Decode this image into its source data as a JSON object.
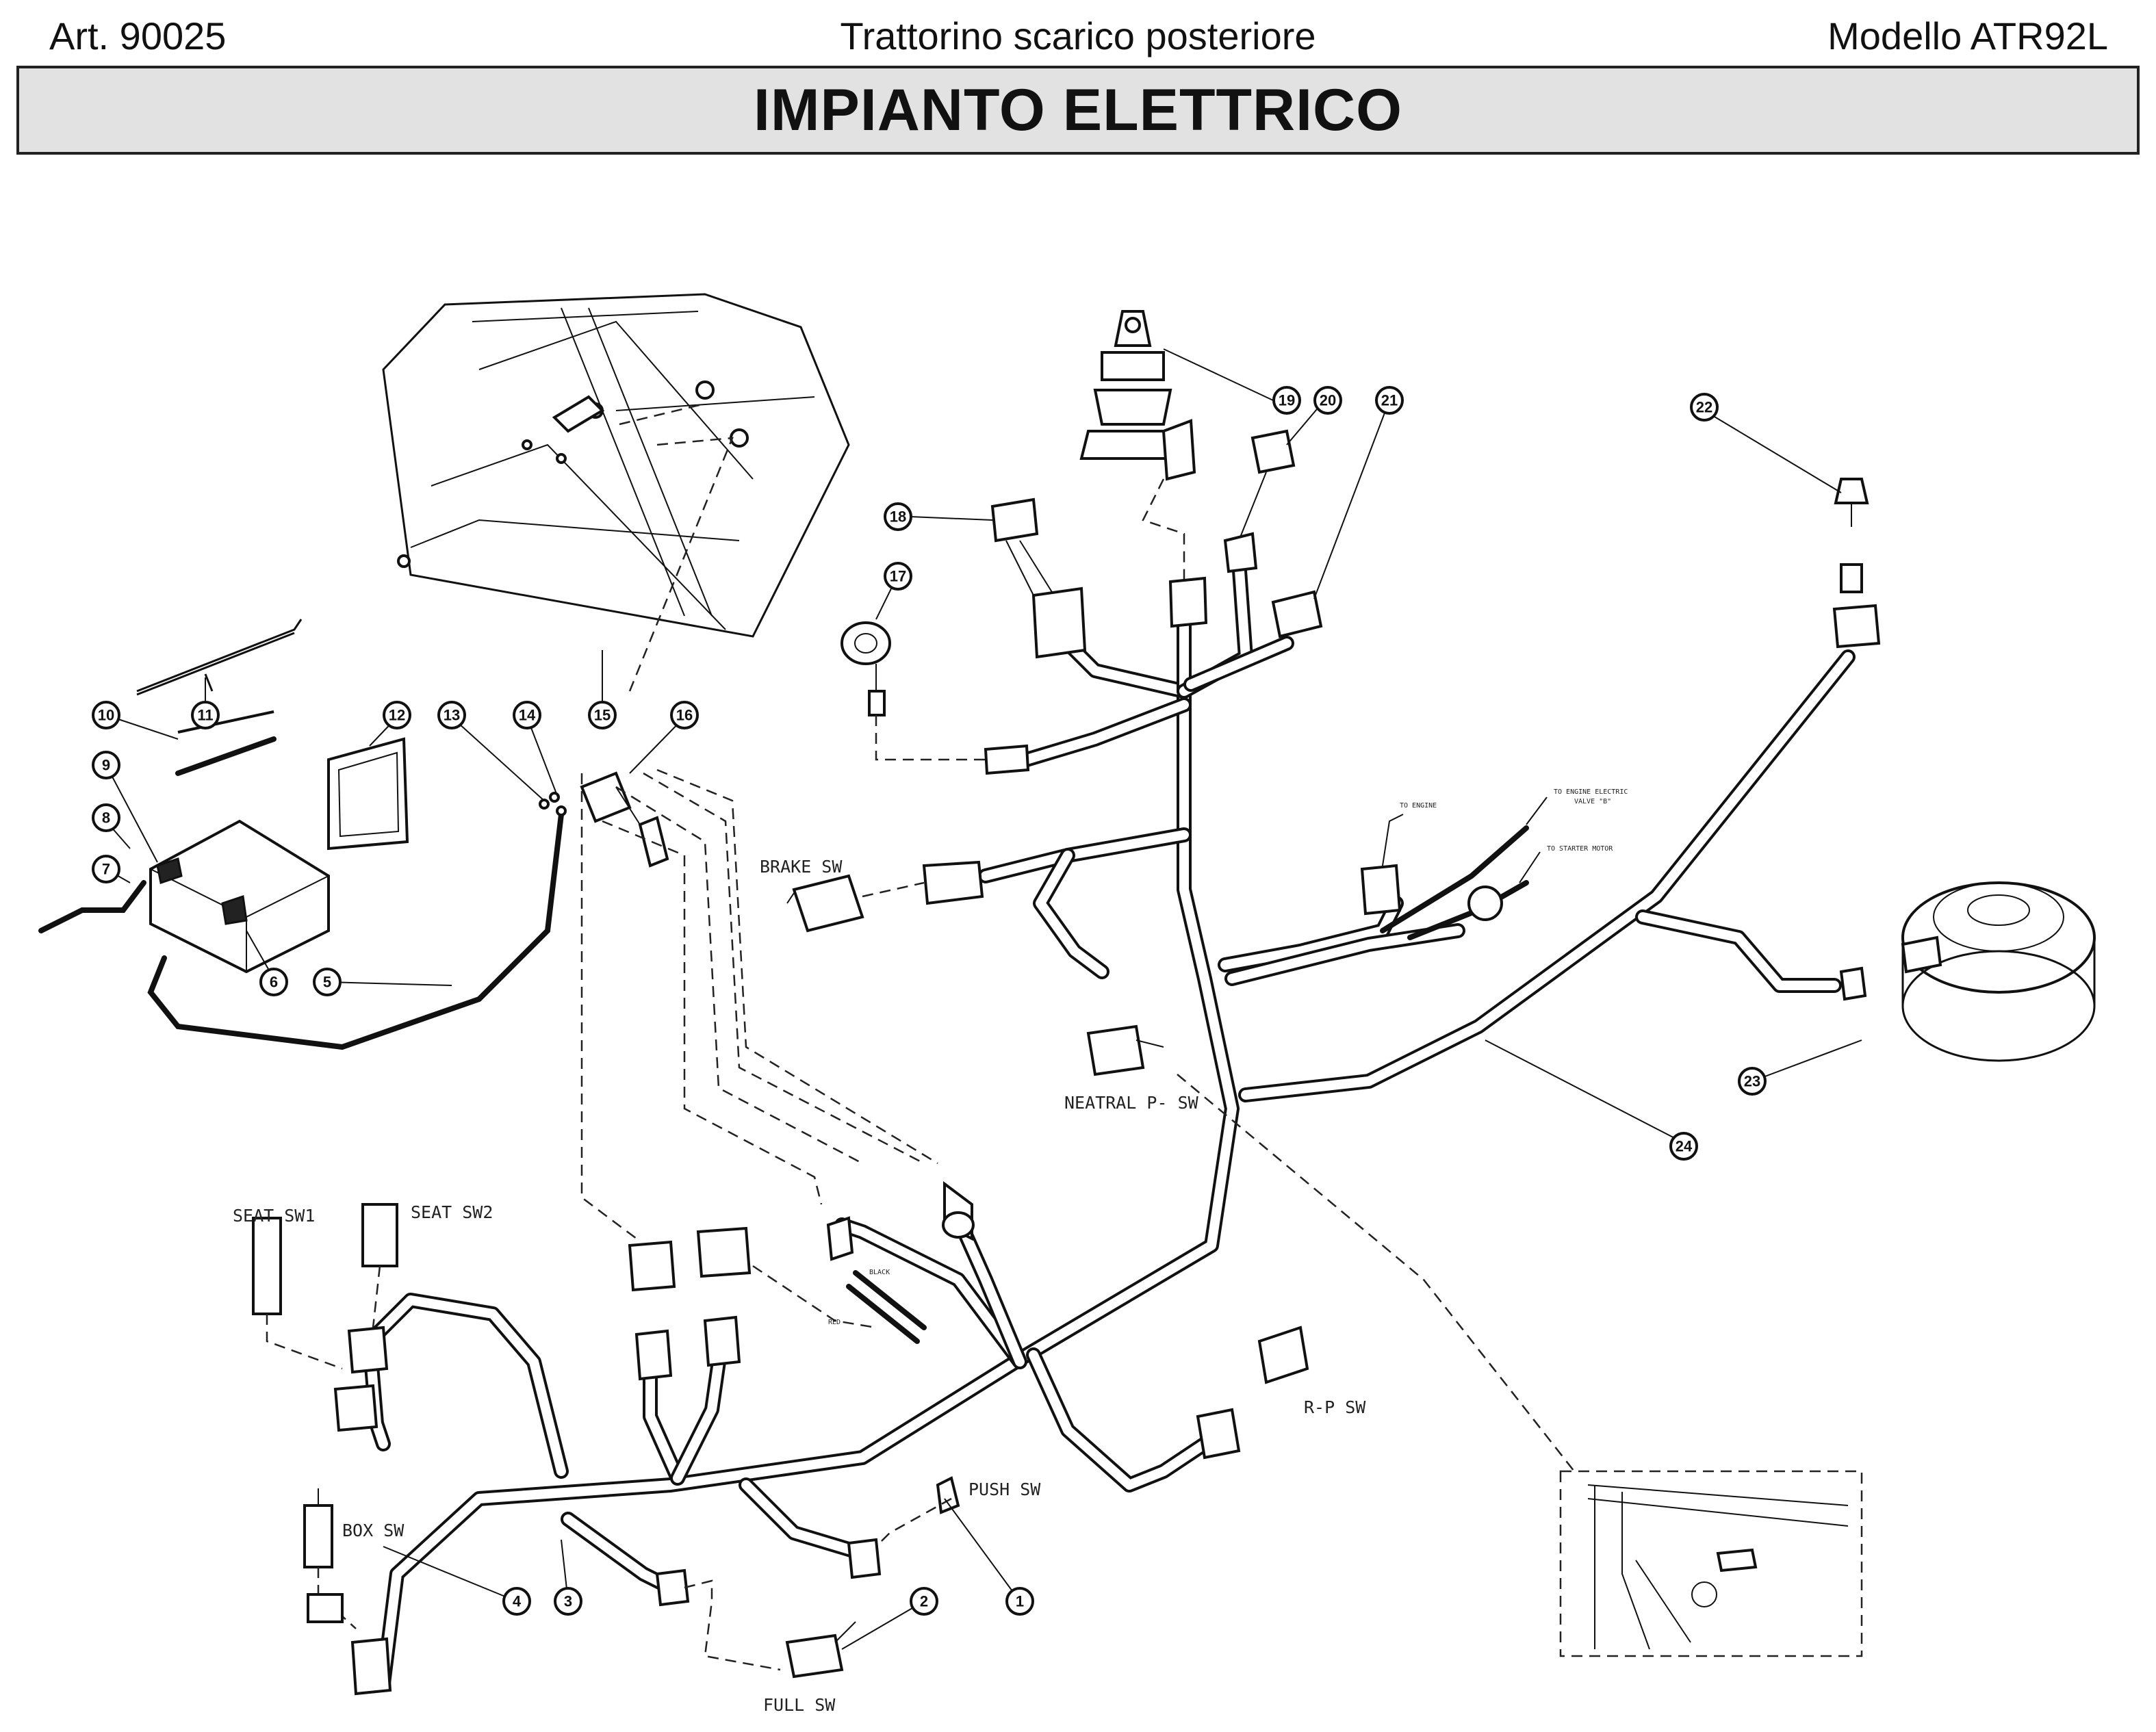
{
  "header": {
    "article": "Art. 90025",
    "subtitle": "Trattorino scarico posteriore",
    "model": "Modello ATR92L",
    "title": "IMPIANTO ELETTRICO"
  },
  "callouts": {
    "c1": "1",
    "c2": "2",
    "c3": "3",
    "c4": "4",
    "c5": "5",
    "c6": "6",
    "c7": "7",
    "c8": "8",
    "c9": "9",
    "c10": "10",
    "c11": "11",
    "c12": "12",
    "c13": "13",
    "c14": "14",
    "c15": "15",
    "c16": "16",
    "c17": "17",
    "c18": "18",
    "c19": "19",
    "c20": "20",
    "c21": "21",
    "c22": "22",
    "c23": "23",
    "c24": "24"
  },
  "labels": {
    "brake_sw": "BRAKE SW",
    "neatral_p_sw": "NEATRAL P- SW",
    "seat_sw1": "SEAT SW1",
    "seat_sw2": "SEAT SW2",
    "box_sw": "BOX SW",
    "push_sw": "PUSH SW",
    "full_sw": "FULL SW",
    "r_p_sw": "R-P SW",
    "to_engine": "TO ENGINE",
    "to_engine_valve_line1": "TO ENGINE ELECTRIC",
    "to_engine_valve_line2": "VALVE \"B\"",
    "to_starter_motor": "TO STARTER MOTOR",
    "black": "BLACK",
    "red": "RED"
  }
}
